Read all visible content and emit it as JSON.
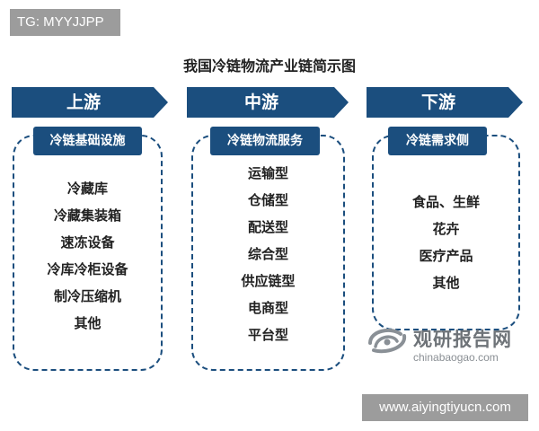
{
  "badge": {
    "text": "TG: MYYJJPP"
  },
  "title": "我国冷链物流产业链简示图",
  "stages": [
    {
      "header": "上游",
      "label": "冷链基础设施",
      "items": [
        "冷藏库",
        "冷藏集装箱",
        "速冻设备",
        "冷库冷柜设备",
        "制冷压缩机",
        "其他"
      ]
    },
    {
      "header": "中游",
      "label": "冷链物流服务",
      "items": [
        "运输型",
        "仓储型",
        "配送型",
        "综合型",
        "供应链型",
        "电商型",
        "平台型"
      ]
    },
    {
      "header": "下游",
      "label": "冷链需求侧",
      "items": [
        "食品、生鲜",
        "花卉",
        "医疗产品",
        "其他"
      ]
    }
  ],
  "watermark": {
    "cn": "观研报告网",
    "url": "chinabaogao.com",
    "icon": "swirl-logo-icon"
  },
  "footer_badge": {
    "text": "www.aiyingtiyucn.com"
  },
  "colors": {
    "primary": "#1b4e7e",
    "badge_bg": "#9c9c9c"
  }
}
